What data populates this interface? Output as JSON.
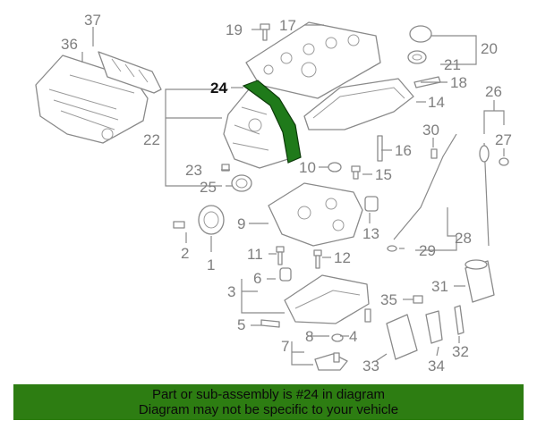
{
  "diagram": {
    "highlighted_part": "24",
    "callouts": [
      {
        "num": "1"
      },
      {
        "num": "2"
      },
      {
        "num": "3"
      },
      {
        "num": "4"
      },
      {
        "num": "5"
      },
      {
        "num": "6"
      },
      {
        "num": "7"
      },
      {
        "num": "8"
      },
      {
        "num": "9"
      },
      {
        "num": "10"
      },
      {
        "num": "11"
      },
      {
        "num": "12"
      },
      {
        "num": "13"
      },
      {
        "num": "14"
      },
      {
        "num": "15"
      },
      {
        "num": "16"
      },
      {
        "num": "17"
      },
      {
        "num": "18"
      },
      {
        "num": "19"
      },
      {
        "num": "20"
      },
      {
        "num": "21"
      },
      {
        "num": "22"
      },
      {
        "num": "23"
      },
      {
        "num": "24"
      },
      {
        "num": "25"
      },
      {
        "num": "26"
      },
      {
        "num": "27"
      },
      {
        "num": "28"
      },
      {
        "num": "29"
      },
      {
        "num": "30"
      },
      {
        "num": "31"
      },
      {
        "num": "32"
      },
      {
        "num": "33"
      },
      {
        "num": "34"
      },
      {
        "num": "35"
      },
      {
        "num": "36"
      },
      {
        "num": "37"
      }
    ]
  },
  "notice": {
    "line1": "Part or sub-assembly is #24 in diagram",
    "line2": "Diagram may not be specific to your vehicle"
  },
  "colors": {
    "banner_bg": "#2d7d12",
    "highlight_fill": "#1f7a1a",
    "line": "#8a8a8a",
    "label": "#7f7f7f"
  }
}
